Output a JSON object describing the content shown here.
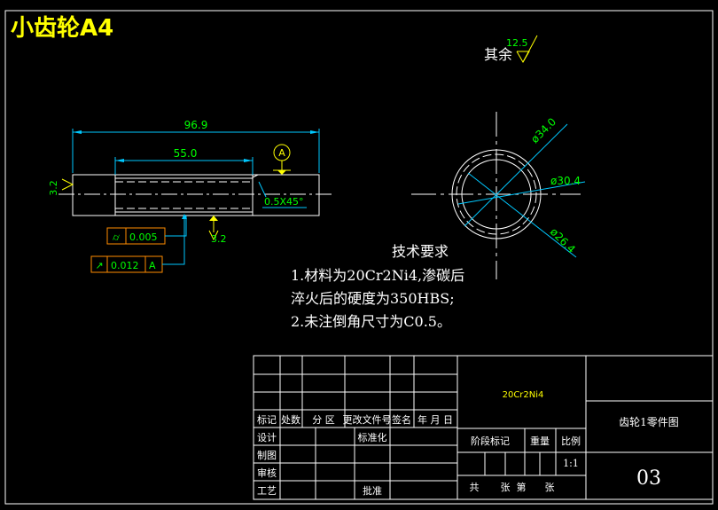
{
  "title": "小齿轮A4",
  "roughness": {
    "rest_label": "其余",
    "rest_value": "12.5",
    "left_value": "3.2",
    "bottom_value": "3.2"
  },
  "dims": {
    "total_length": "96.9",
    "gear_length": "55.0",
    "chamfer": "0.5X45°",
    "od": "ø34.0",
    "pitch": "ø30.4",
    "root": "ø26.4"
  },
  "datum": "A",
  "tolerances": [
    {
      "symbol": "⌭",
      "value": "0.005",
      "datum": ""
    },
    {
      "symbol": "↗",
      "value": "0.012",
      "datum": "A"
    }
  ],
  "requirements": {
    "heading": "技术要求",
    "lines": [
      "1.材料为20Cr2Ni4,渗碳后",
      "淬火后的硬度为350HBS;",
      "2.未注倒角尺寸为C0.5。"
    ]
  },
  "title_block": {
    "material": "20Cr2Ni4",
    "part_name": "齿轮1零件图",
    "drawing_no": "03",
    "rev_headers": [
      "标记",
      "处数",
      "分  区",
      "更改文件号",
      "签名",
      "年 月 日"
    ],
    "roles": [
      "设计",
      "制图",
      "审核",
      "工艺"
    ],
    "std_label": "标准化",
    "approve_label": "批准",
    "stage_label": "阶段标记",
    "weight_label": "重量",
    "scale_label": "比例",
    "scale_value": "1:1",
    "sheet_total": "共",
    "sheet_unit1": "张",
    "sheet_no": "第",
    "sheet_unit2": "张"
  },
  "colors": {
    "title": "#ffff00",
    "dimension": "#00ff00",
    "leader": "#00c8ff",
    "frame": "#ffffff",
    "tolerance_box": "#ff8c00"
  }
}
